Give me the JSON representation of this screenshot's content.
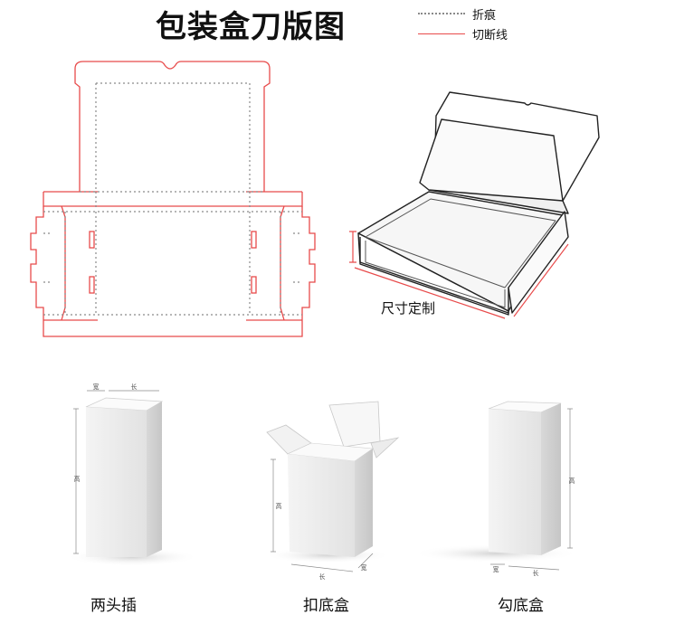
{
  "title": "包装盒刀版图",
  "legend": {
    "fold_label": "折痕",
    "cut_label": "切断线",
    "fold_color": "#8a8a8a",
    "cut_color": "#e84b4b"
  },
  "mailer_box": {
    "caption": "尺寸定制"
  },
  "boxes": [
    {
      "name": "两头插",
      "width_label": "宽",
      "length_label": "长",
      "height_label": "高"
    },
    {
      "name": "扣底盒",
      "width_label": "宽",
      "length_label": "长",
      "height_label": "高"
    },
    {
      "name": "勾底盒",
      "width_label": "宽",
      "length_label": "长",
      "height_label": "高"
    }
  ]
}
